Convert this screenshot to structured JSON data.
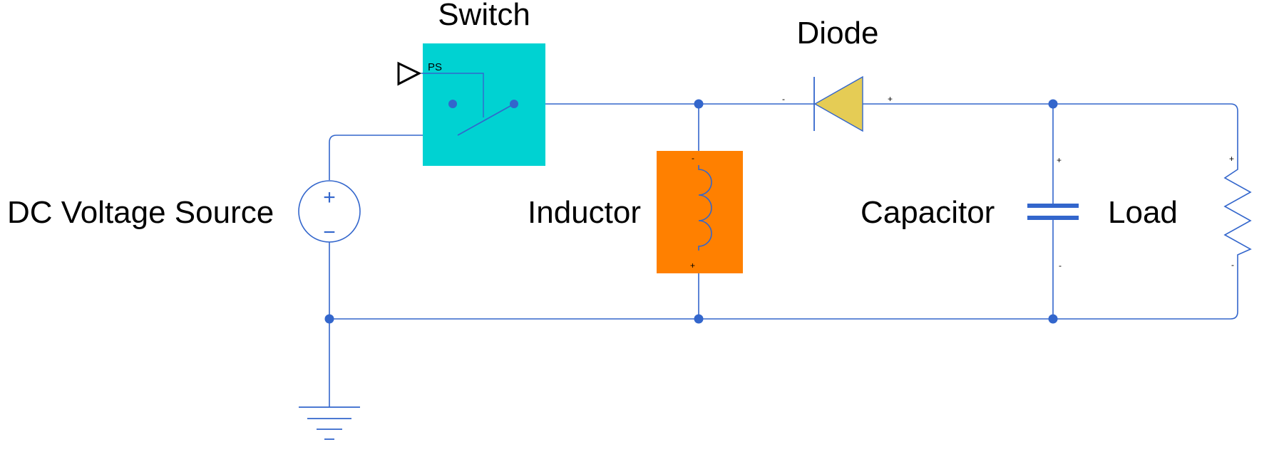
{
  "labels": {
    "switch": "Switch",
    "diode": "Diode",
    "dc_source": "DC Voltage Source",
    "inductor": "Inductor",
    "capacitor": "Capacitor",
    "load": "Load"
  },
  "port_labels": {
    "switch_control": "PS",
    "diode_cathode": "-",
    "diode_anode": "+",
    "inductor_top": "-",
    "inductor_bottom": "+",
    "capacitor_top": "+",
    "capacitor_bottom": "-",
    "load_top": "+",
    "load_bottom": "-",
    "source_plus": "+",
    "source_minus": "−"
  },
  "colors": {
    "wire": "#3366cc",
    "switch_fill": "#00d2d2",
    "inductor_fill": "#ff8000",
    "diode_fill": "#e5cc55",
    "text": "#000000"
  }
}
